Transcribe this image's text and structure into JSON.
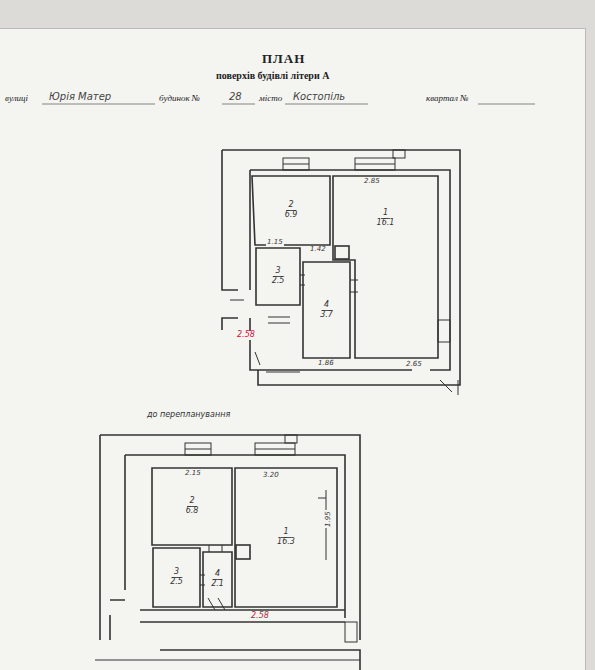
{
  "diagram": {
    "title": "ПЛАН",
    "nodes": [
      {
        "text": [
          "2",
          "6.9"
        ]
      },
      {
        "text": [
          "1",
          "16.1"
        ]
      },
      {
        "text": [
          "3",
          "2.5"
        ]
      },
      {
        "text": [
          "4",
          "3.7"
        ]
      },
      {
        "text": [
          "2",
          "6.8"
        ]
      },
      {
        "text": [
          "1",
          "16.3"
        ]
      },
      {
        "text": [
          "3",
          "2.5"
        ]
      },
      {
        "text": [
          "4",
          "2.1"
        ]
      }
    ],
    "labels": [
      "поверхів будівлі літери А",
      "вулиці",
      "Юрія Матер",
      "будинок №",
      "28",
      "місто",
      "Костопіль",
      "квартал №",
      "2.85",
      "1.15",
      "1.42",
      "2.65",
      "1.86",
      "2.58",
      "до перепланування",
      "2.15",
      "3.20",
      "1.95",
      "2.58"
    ]
  }
}
